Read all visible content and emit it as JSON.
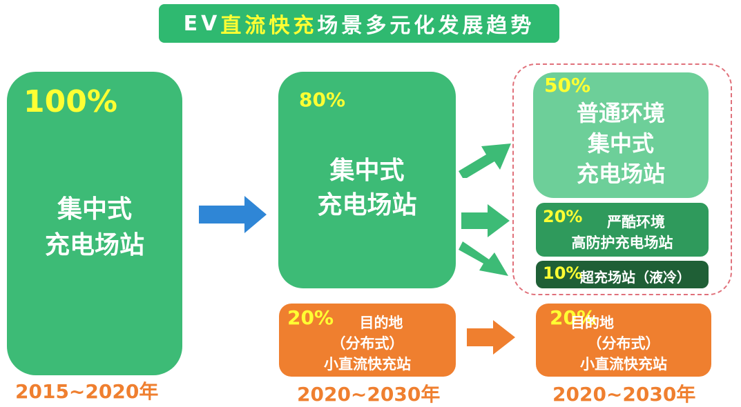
{
  "title": {
    "prefix": "EV",
    "highlight": "直流快充",
    "suffix": "场景多元化发展趋势"
  },
  "left_block": {
    "percent": "100%",
    "line1": "集中式",
    "line2": "充电场站",
    "year": "2015~2020年"
  },
  "middle_block": {
    "percent": "80%",
    "line1": "集中式",
    "line2": "充电场站"
  },
  "middle_small": {
    "percent": "20%",
    "line1": "目的地",
    "line2": "（分布式）",
    "line3": "小直流快充站",
    "year": "2020~2030年"
  },
  "right_top": {
    "percent": "50%",
    "line1": "普通环境",
    "line2": "集中式",
    "line3": "充电场站"
  },
  "right_mid": {
    "percent": "20%",
    "line1": "严酷环境",
    "line2": "高防护充电场站"
  },
  "right_low": {
    "percent": "10%",
    "text": "超充场站（液冷）"
  },
  "right_small": {
    "percent": "20%",
    "line1": "目的地",
    "line2": "（分布式）",
    "line3": "小直流快充站",
    "year": "2020~2030年"
  },
  "colors": {
    "green": "#3dbb76",
    "light_green": "#6dcf99",
    "mid_green": "#2f9a5c",
    "dark_green": "#1f5f36",
    "orange": "#ef7f2f",
    "blue_arrow": "#2f86d6",
    "yellow": "#ffff33"
  },
  "icons": [
    "arrow-right-blue-icon",
    "arrow-up-right-icon",
    "arrow-right-icon",
    "arrow-down-right-icon",
    "arrow-right-orange-icon"
  ]
}
